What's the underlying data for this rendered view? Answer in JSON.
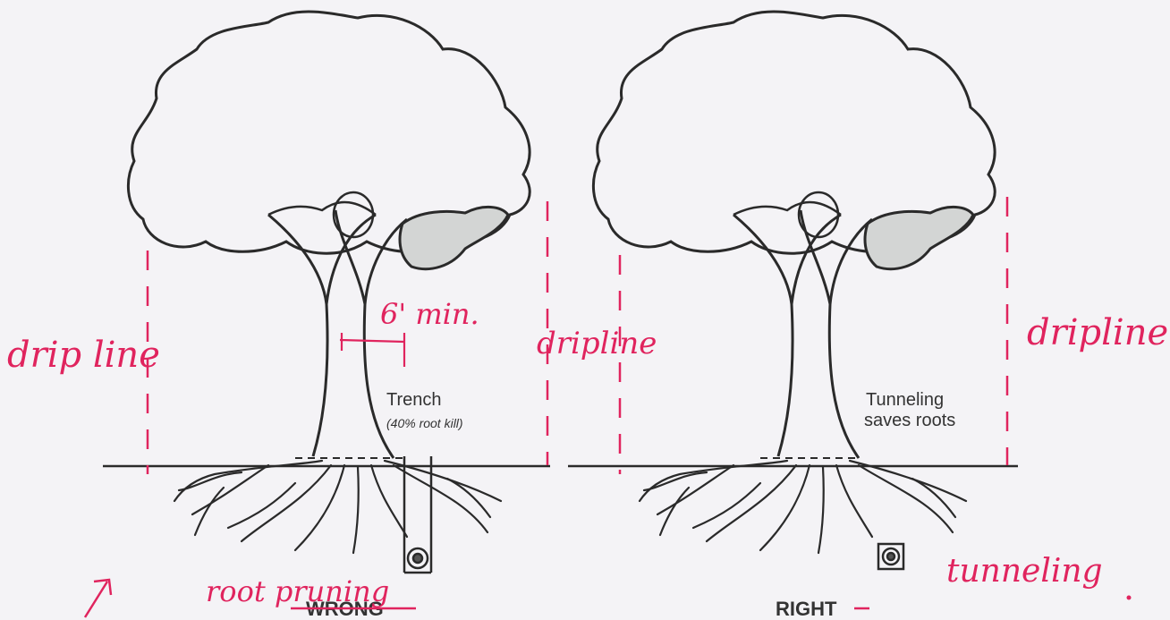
{
  "colors": {
    "ink": "#2a2a2a",
    "annotation": "#e0245e",
    "shade": "#d3d5d4",
    "paper": "#f4f3f6"
  },
  "left_panel": {
    "caption": "WRONG",
    "label_title": "Trench",
    "label_sub": "(40% root kill)",
    "annotations": {
      "dripline_left": "drip line",
      "dripline_right": "dripline",
      "distance": "6' min.",
      "root_pruning": "root pruning"
    }
  },
  "right_panel": {
    "caption": "RIGHT",
    "label_line1": "Tunneling",
    "label_line2": "saves roots",
    "annotations": {
      "dripline": "dripline",
      "tunneling": "tunneling"
    }
  }
}
